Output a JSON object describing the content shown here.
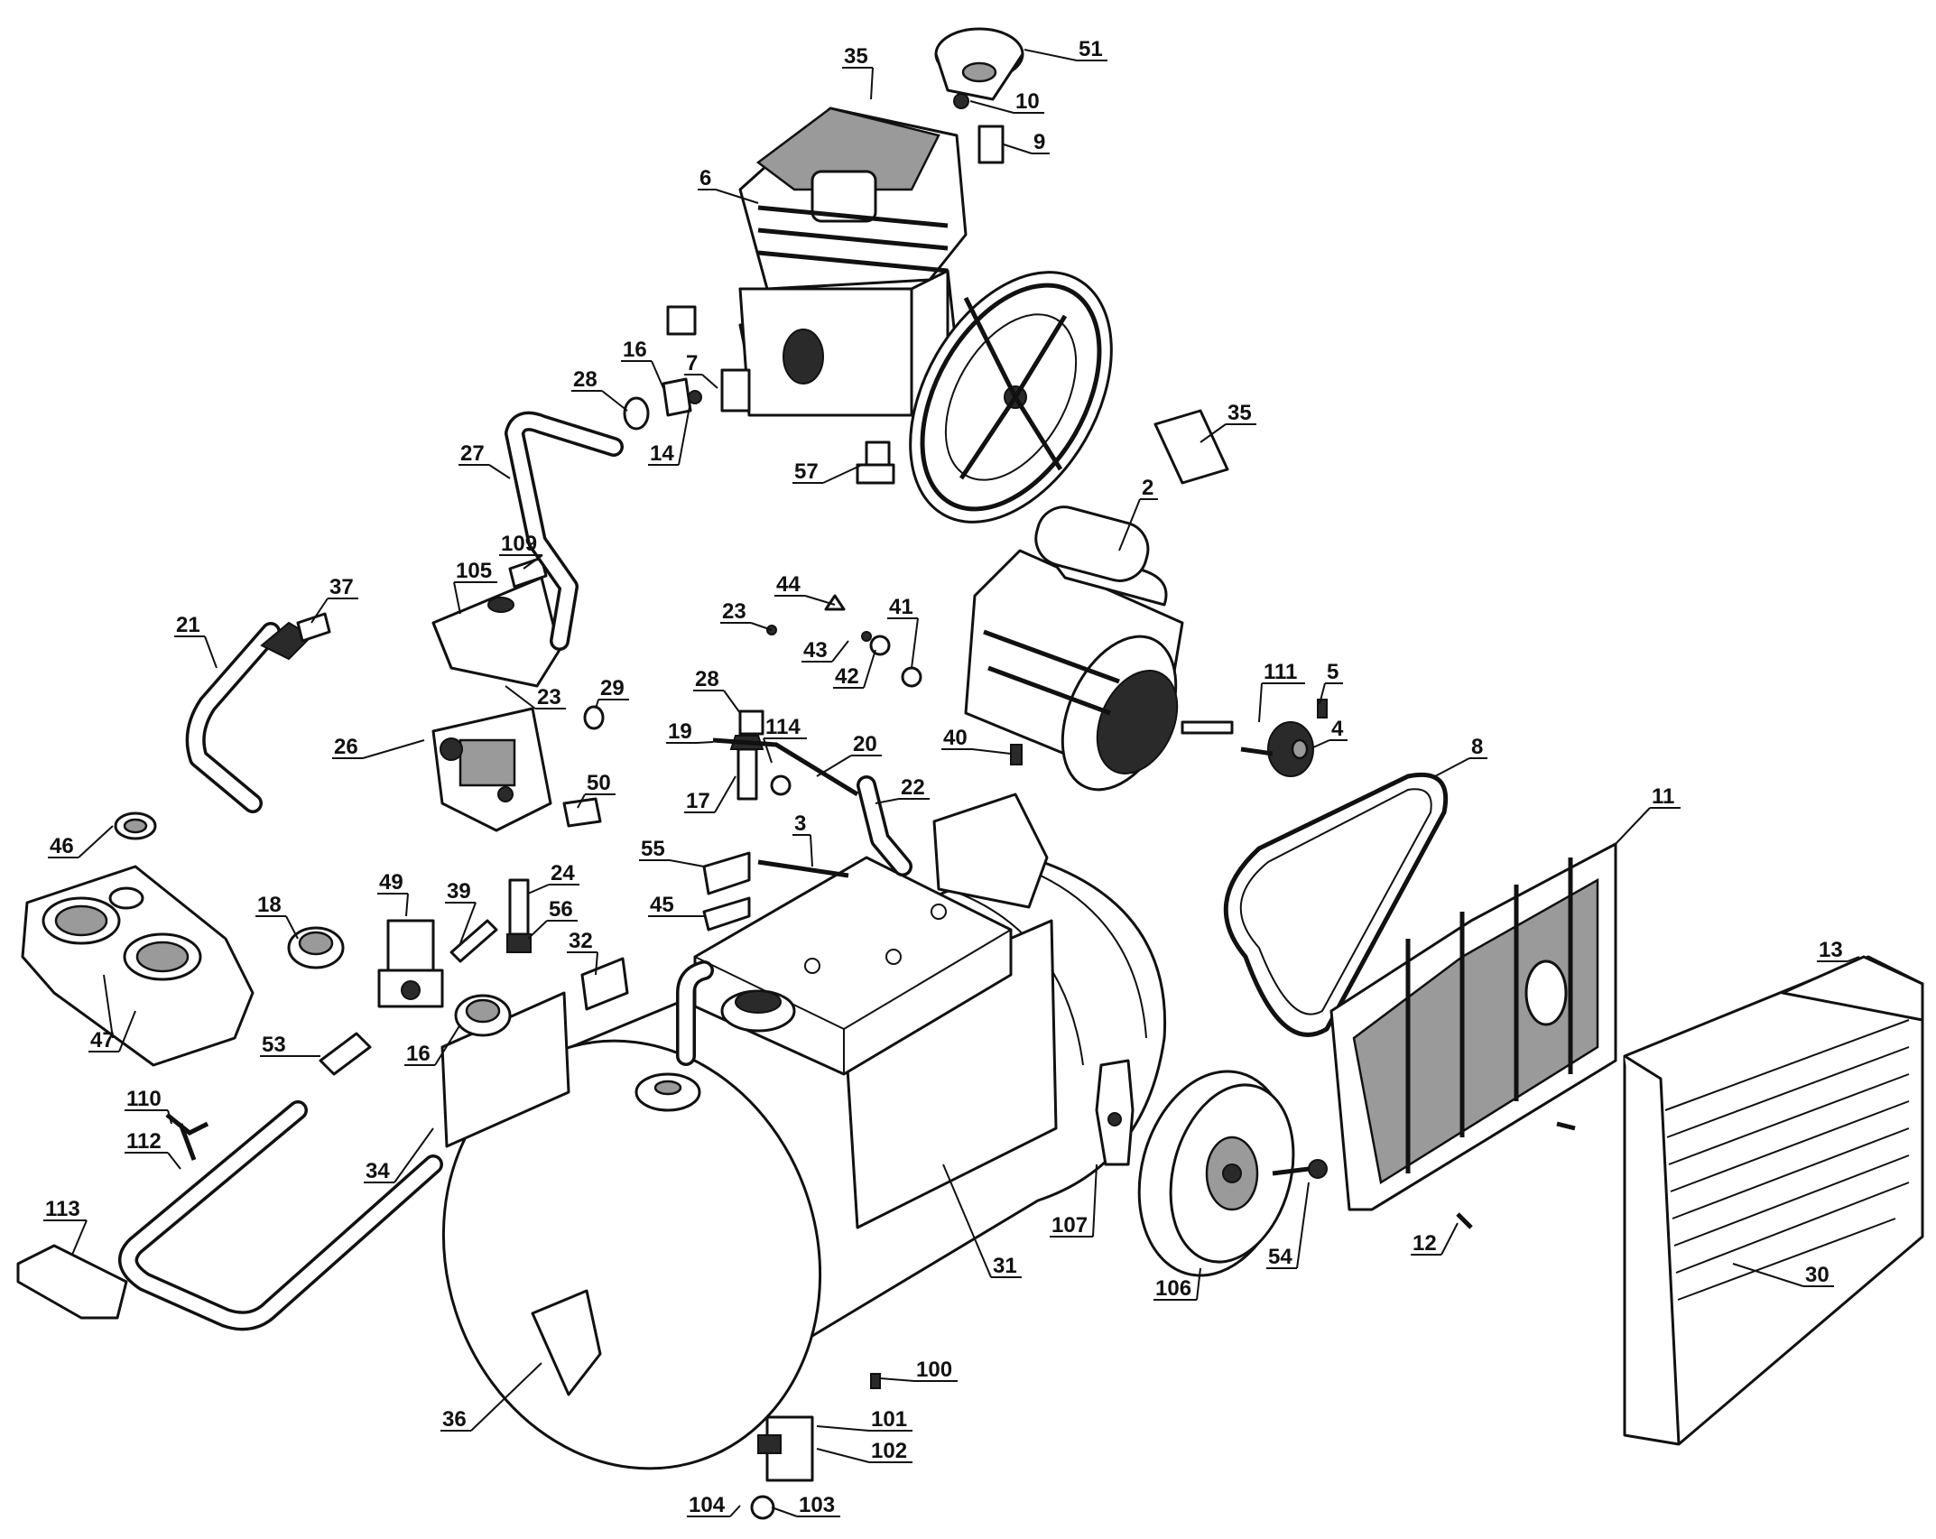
{
  "callouts": [
    {
      "id": "c51",
      "label": "51"
    },
    {
      "id": "c35a",
      "label": "35"
    },
    {
      "id": "c10",
      "label": "10"
    },
    {
      "id": "c9",
      "label": "9"
    },
    {
      "id": "c6",
      "label": "6"
    },
    {
      "id": "c16a",
      "label": "16"
    },
    {
      "id": "c7",
      "label": "7"
    },
    {
      "id": "c28a",
      "label": "28"
    },
    {
      "id": "c14",
      "label": "14"
    },
    {
      "id": "c27",
      "label": "27"
    },
    {
      "id": "c57",
      "label": "57"
    },
    {
      "id": "c35b",
      "label": "35"
    },
    {
      "id": "c2",
      "label": "2"
    },
    {
      "id": "c109",
      "label": "109"
    },
    {
      "id": "c37",
      "label": "37"
    },
    {
      "id": "c105",
      "label": "105"
    },
    {
      "id": "c21",
      "label": "21"
    },
    {
      "id": "c44",
      "label": "44"
    },
    {
      "id": "c23a",
      "label": "23"
    },
    {
      "id": "c43",
      "label": "43"
    },
    {
      "id": "c41",
      "label": "41"
    },
    {
      "id": "c42",
      "label": "42"
    },
    {
      "id": "c23b",
      "label": "23"
    },
    {
      "id": "c29",
      "label": "29"
    },
    {
      "id": "c28b",
      "label": "28"
    },
    {
      "id": "c111",
      "label": "111"
    },
    {
      "id": "c5",
      "label": "5"
    },
    {
      "id": "c26",
      "label": "26"
    },
    {
      "id": "c19",
      "label": "19"
    },
    {
      "id": "c114",
      "label": "114"
    },
    {
      "id": "c20",
      "label": "20"
    },
    {
      "id": "c40",
      "label": "40"
    },
    {
      "id": "c4",
      "label": "4"
    },
    {
      "id": "c8",
      "label": "8"
    },
    {
      "id": "c50",
      "label": "50"
    },
    {
      "id": "c17",
      "label": "17"
    },
    {
      "id": "c22",
      "label": "22"
    },
    {
      "id": "c3",
      "label": "3"
    },
    {
      "id": "c46",
      "label": "46"
    },
    {
      "id": "c55",
      "label": "55"
    },
    {
      "id": "c11",
      "label": "11"
    },
    {
      "id": "c18",
      "label": "18"
    },
    {
      "id": "c49",
      "label": "49"
    },
    {
      "id": "c39",
      "label": "39"
    },
    {
      "id": "c24",
      "label": "24"
    },
    {
      "id": "c45",
      "label": "45"
    },
    {
      "id": "c56",
      "label": "56"
    },
    {
      "id": "c32",
      "label": "32"
    },
    {
      "id": "c13",
      "label": "13"
    },
    {
      "id": "c47",
      "label": "47"
    },
    {
      "id": "c53",
      "label": "53"
    },
    {
      "id": "c16b",
      "label": "16"
    },
    {
      "id": "c110",
      "label": "110"
    },
    {
      "id": "c34",
      "label": "34"
    },
    {
      "id": "c112",
      "label": "112"
    },
    {
      "id": "c113",
      "label": "113"
    },
    {
      "id": "c107",
      "label": "107"
    },
    {
      "id": "c54",
      "label": "54"
    },
    {
      "id": "c12",
      "label": "12"
    },
    {
      "id": "c31",
      "label": "31"
    },
    {
      "id": "c106",
      "label": "106"
    },
    {
      "id": "c30",
      "label": "30"
    },
    {
      "id": "c100",
      "label": "100"
    },
    {
      "id": "c36",
      "label": "36"
    },
    {
      "id": "c101",
      "label": "101"
    },
    {
      "id": "c102",
      "label": "102"
    },
    {
      "id": "c104",
      "label": "104"
    },
    {
      "id": "c103",
      "label": "103"
    }
  ]
}
